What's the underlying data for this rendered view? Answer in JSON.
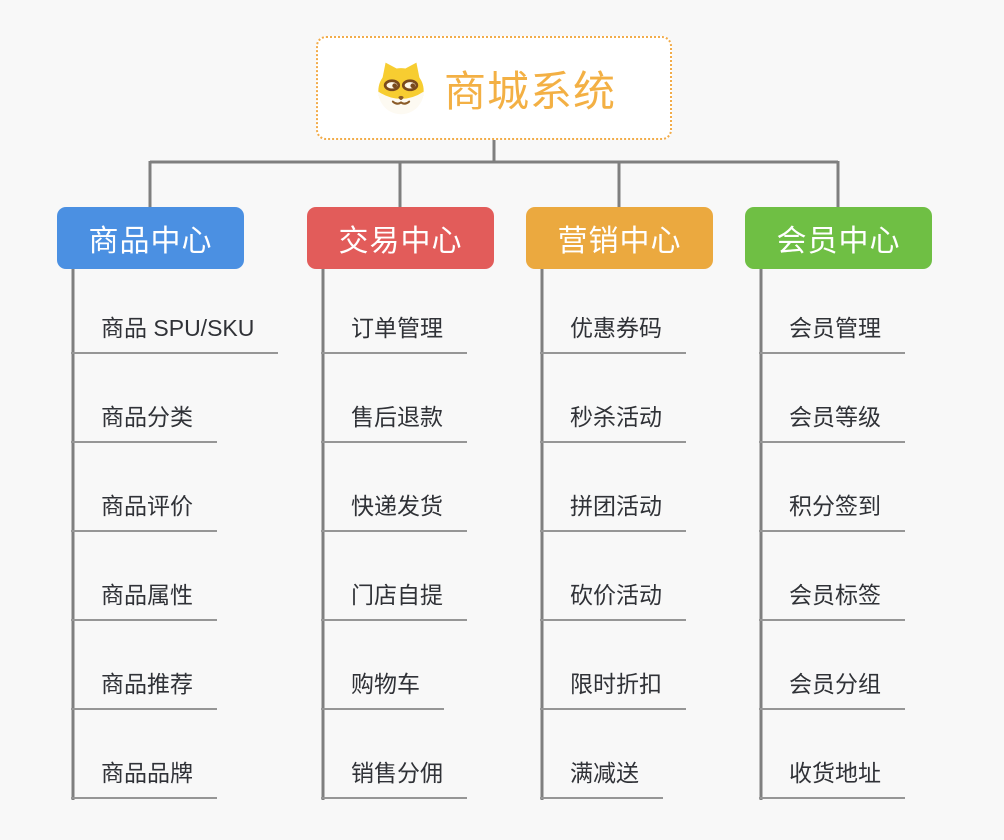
{
  "root": {
    "title": "商城系统",
    "icon": "doge-face",
    "border_color": "#f2ac4a",
    "title_color": "#f3b044"
  },
  "connector_color": "#7f7f7f",
  "underline_color": "#969696",
  "background_color": "#f8f8f8",
  "branches": [
    {
      "label": "商品中心",
      "color": "#4b90e2",
      "items": [
        "商品 SPU/SKU",
        "商品分类",
        "商品评价",
        "商品属性",
        "商品推荐",
        "商品品牌"
      ]
    },
    {
      "label": "交易中心",
      "color": "#e25c5a",
      "items": [
        "订单管理",
        "售后退款",
        "快递发货",
        "门店自提",
        "购物车",
        "销售分佣"
      ]
    },
    {
      "label": "营销中心",
      "color": "#eba93f",
      "items": [
        "优惠券码",
        "秒杀活动",
        "拼团活动",
        "砍价活动",
        "限时折扣",
        "满减送"
      ]
    },
    {
      "label": "会员中心",
      "color": "#6fbf44",
      "items": [
        "会员管理",
        "会员等级",
        "积分签到",
        "会员标签",
        "会员分组",
        "收货地址"
      ]
    }
  ]
}
